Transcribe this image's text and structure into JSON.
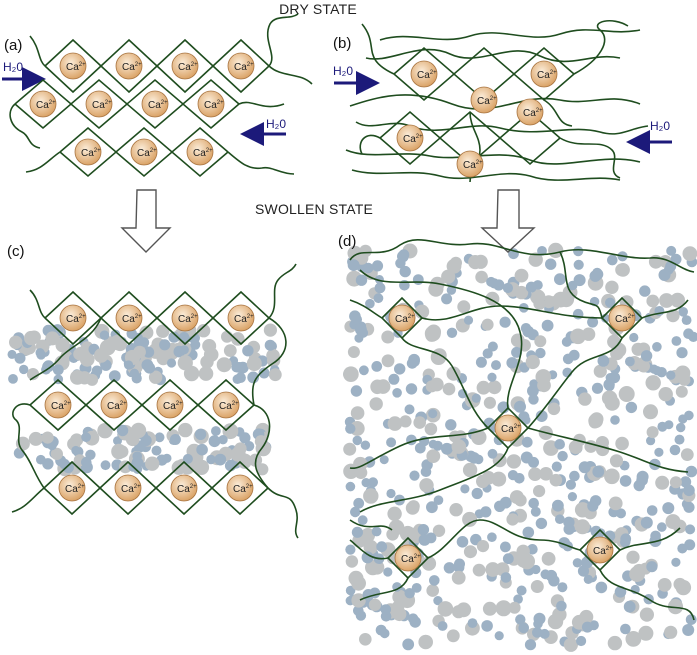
{
  "headings": {
    "dry": "DRY STATE",
    "swollen": "SWOLLEN STATE"
  },
  "panels": {
    "a": "(a)",
    "b": "(b)",
    "c": "(c)",
    "d": "(d)"
  },
  "water_label": "H₂0",
  "ion_label": {
    "base": "Ca",
    "sup": "2+"
  },
  "colors": {
    "chain": "#1f4d1f",
    "ion_fill_center": "#fbecd8",
    "ion_fill_edge": "#d9a062",
    "ion_stroke": "#a87440",
    "water_arrow": "#1c1a7a",
    "water_dot_blue": "#9db1c4",
    "water_dot_grey": "#bfc2c3",
    "big_arrow_stroke": "#555555"
  },
  "icons": {
    "ion": "calcium-ion-icon",
    "water_in": "water-inflow-arrow-icon",
    "transition": "down-arrow-icon"
  }
}
